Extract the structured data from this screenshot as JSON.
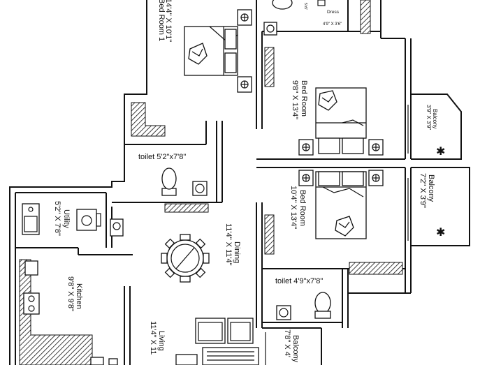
{
  "rooms": {
    "bed_room_1": {
      "name": "Bed Room 1",
      "size": "14'4\" X 10'1\""
    },
    "dress": {
      "name": "Dress",
      "size": "4'9\" X 3'6\""
    },
    "bed_room_2": {
      "name": "Bed Room",
      "size": "9'8\" X 13'4\""
    },
    "balcony_1": {
      "name": "Balcony",
      "size": "3'9\" X 3'9\""
    },
    "toilet_1": {
      "label": "toilet  5'2\"x7'8\""
    },
    "bed_room_3": {
      "name": "Bed Room",
      "size": "10'4\" X 13'4\""
    },
    "balcony_2": {
      "name": "Balcony",
      "size": "7'2\" X 3'9\""
    },
    "utility": {
      "name": "Utility",
      "size": "5'2\" X 7'8\""
    },
    "dining": {
      "name": "Dining",
      "size": "11'4\" X 11'4\""
    },
    "kitchen": {
      "name": "Kitchen",
      "size": "9'8\" X 9'8\""
    },
    "toilet_2": {
      "label": "toilet  4'9\"x7'8\""
    },
    "living": {
      "name": "Living",
      "size": "11'4\" X 11"
    },
    "balcony_3": {
      "name": "Balcony",
      "size": "7'8\" X 4'"
    }
  }
}
